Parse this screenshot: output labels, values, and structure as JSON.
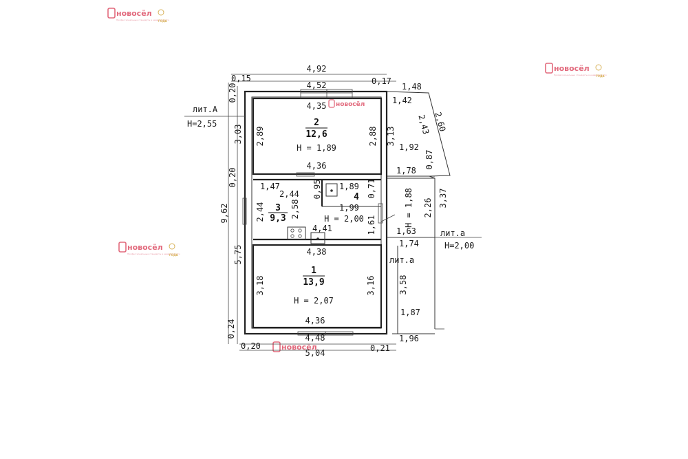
{
  "plan": {
    "lit_main": "лит.А",
    "height_main": "Н=2,55",
    "lit_annex": "лит.а",
    "height_annex": "Н=2,00",
    "lit_annex_2": "лит.а"
  },
  "rooms": [
    {
      "num": "2",
      "area": "12,6",
      "height": "Н = 1,89"
    },
    {
      "num": "3",
      "area": "9,3",
      "height": "Н = 2,00"
    },
    {
      "num": "4",
      "area": "",
      "height": ""
    },
    {
      "num": "1",
      "area": "13,9",
      "height": "Н = 2,07"
    }
  ],
  "annex": {
    "height": "Н = 1,88"
  },
  "dims": {
    "top_total": "4,92",
    "top_inner": "4,52",
    "top_left_off": "0,15",
    "top_right_off": "0,17",
    "r2_top": "4,35",
    "r2_left": "2,89",
    "r2_right": "2,88",
    "r2_bottom": "4,36",
    "left_wall_1": "0,20",
    "left_seg_1": "3,03",
    "left_wall_2": "0,20",
    "left_total": "9,62",
    "left_seg_2": "5,75",
    "left_wall_3": "0,24",
    "r3_147": "1,47",
    "r3_244a": "2,44",
    "r3_095": "0,95",
    "r3_244b": "2,44",
    "r3_258": "2,58",
    "r3_441": "4,41",
    "r4_189": "1,89",
    "r4_071": "0,71",
    "r4_199": "1,99",
    "r4_161": "1,61",
    "r1_top": "4,38",
    "r1_left": "3,18",
    "r1_right": "3,16",
    "r1_bottom": "4,36",
    "bottom_inner": "4,48",
    "bottom_total": "5,04",
    "bottom_left_off": "0,20",
    "bottom_right_off": "0,21",
    "ann_148": "1,48",
    "ann_142": "1,42",
    "ann_243": "2,43",
    "ann_260": "2,60",
    "ann_313": "3,13",
    "ann_192": "1,92",
    "ann_087": "0,87",
    "ann_178": "1,78",
    "ann_226": "2,26",
    "ann_337": "3,37",
    "ann_163": "1,63",
    "ann_174": "1,74",
    "ann_358": "3,58",
    "ann_187": "1,87",
    "ann_196": "1,96"
  },
  "watermark": {
    "brand": "новосёл",
    "tagline": "Профессиональные стандарты в недвижимости",
    "year": "ГОДА"
  }
}
